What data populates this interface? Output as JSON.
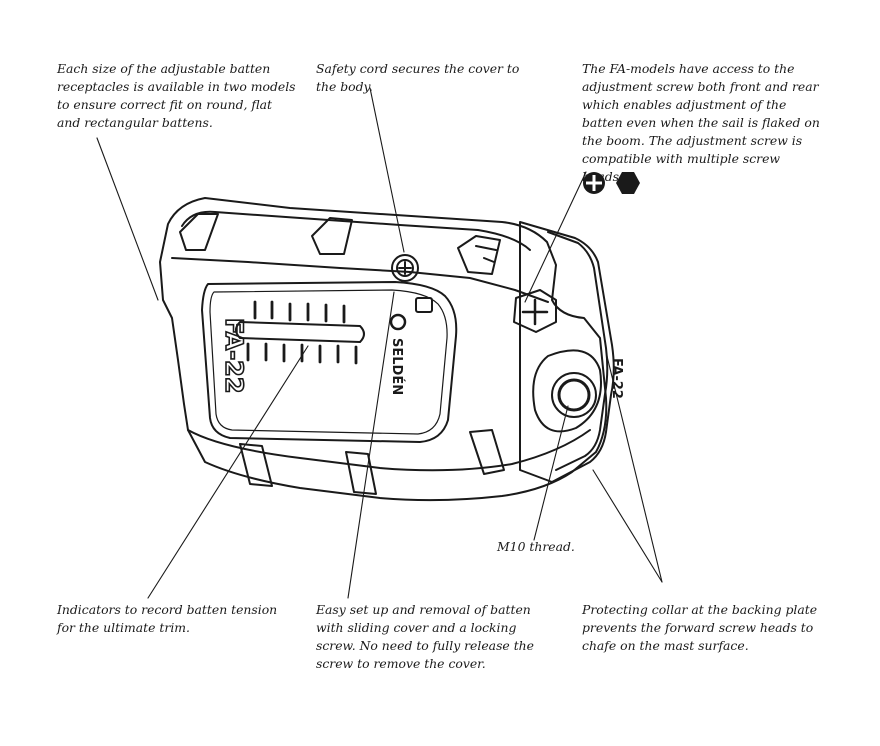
{
  "annotations": {
    "receptacles": "Each size of the adjustable batten receptacles is available in two models to ensure correct fit on round, flat and rectangular battens.",
    "safety_cord": "Safety cord secures the cover to the body.",
    "fa_models": "The FA-models have access to the adjustment screw both front and rear which enables adjustment of the batten even when the sail is flaked on the boom. The adjustment screw is compatible with multiple screw heads.",
    "m10_thread": "M10 thread.",
    "indicators": "Indicators to record batten tension for the ultimate trim.",
    "easy_setup": "Easy set up and removal of batten with sliding cover and a locking screw. No need to fully release the screw to remove the cover.",
    "collar": "Protecting collar at the backing plate prevents the forward screw heads to chafe on the mast surface."
  },
  "device_markings": {
    "model": "FA-22",
    "brand": "SELDÉN",
    "side_model": "FA-22"
  },
  "icons": [
    "phillips-screw-head-icon",
    "hex-screw-head-icon"
  ],
  "colors": {
    "ink": "#1a1a1a",
    "paper": "#ffffff"
  }
}
